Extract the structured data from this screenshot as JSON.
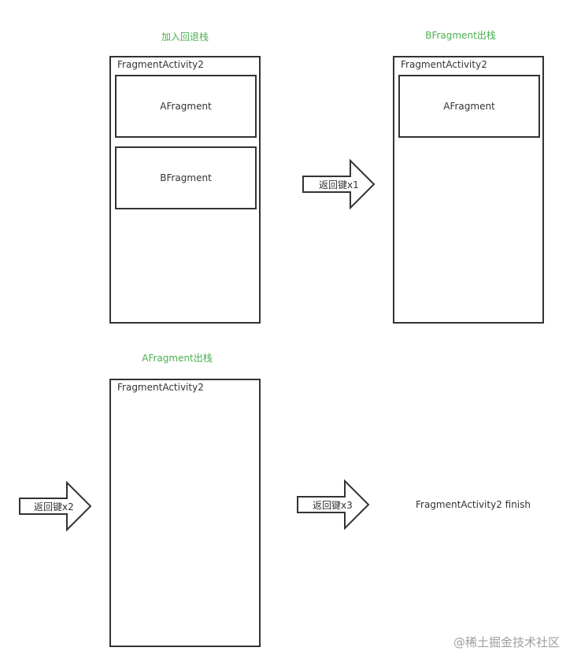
{
  "captions": {
    "add_backstack": "加入回退栈",
    "b_pop": "BFragment出栈",
    "a_pop": "AFragment出栈"
  },
  "activity_label": "FragmentActivity2",
  "fragments": {
    "a": "AFragment",
    "b": "BFragment"
  },
  "arrows": {
    "x1": "返回键x1",
    "x2": "返回键x2",
    "x3": "返回键x3"
  },
  "finish_text": "FragmentActivity2 finish",
  "watermark": "@稀土掘金技术社区"
}
